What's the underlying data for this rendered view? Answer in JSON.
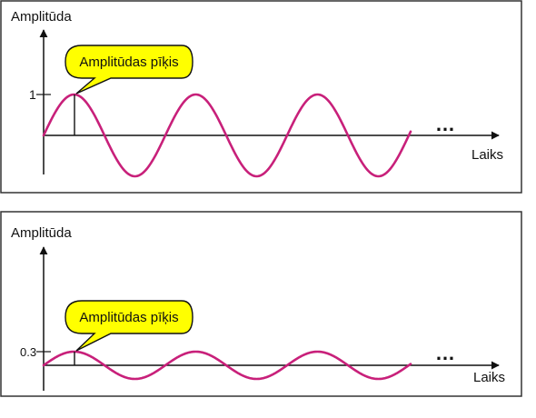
{
  "colors": {
    "wave": "#c8207a",
    "callout_fill": "#ffff00",
    "callout_stroke": "#111111",
    "axis": "#111111",
    "frame": "#333333"
  },
  "panels": [
    {
      "y_axis_label": "Amplitūda",
      "x_axis_label": "Laiks",
      "tick_label": "1",
      "amplitude": 1,
      "callout_text": "Amplitūdas pīķis",
      "continuation": "…"
    },
    {
      "y_axis_label": "Amplitūda",
      "x_axis_label": "Laiks",
      "tick_label": "0.3",
      "amplitude": 0.3,
      "callout_text": "Amplitūdas pīķis",
      "continuation": "…"
    }
  ]
}
